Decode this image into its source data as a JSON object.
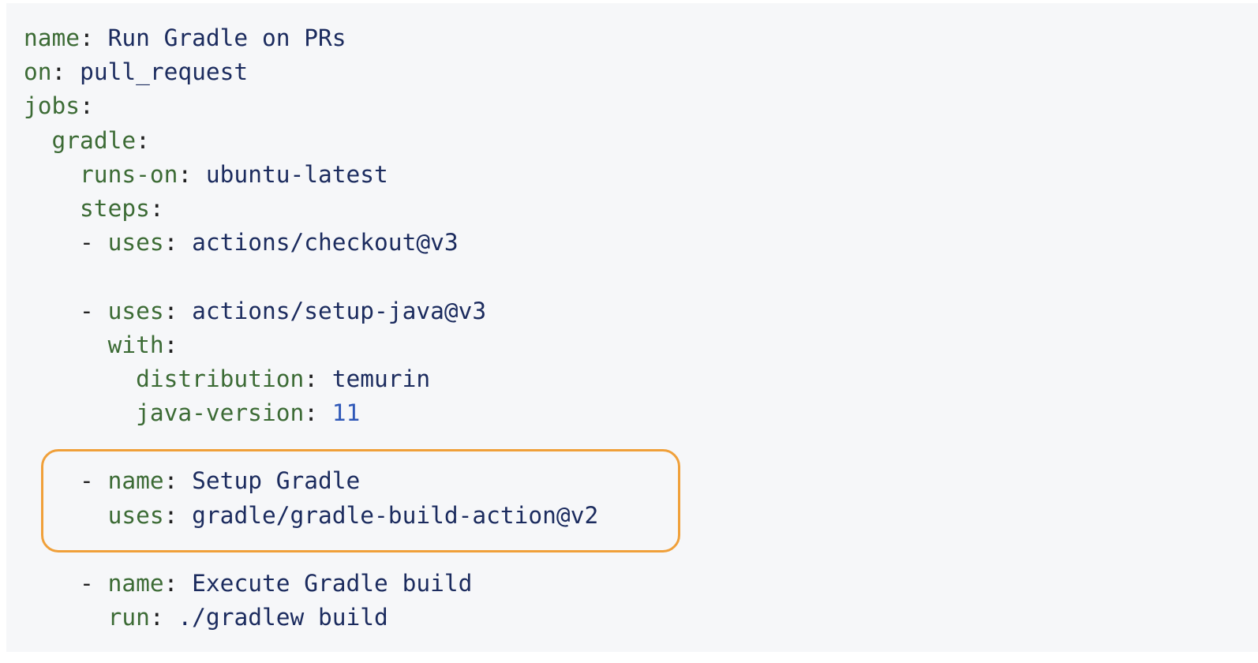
{
  "code_block": {
    "language": "yaml",
    "lines": [
      {
        "indent": "",
        "dash": "",
        "key": "name",
        "value": "Run Gradle on PRs",
        "value_type": "str"
      },
      {
        "indent": "",
        "dash": "",
        "key": "on",
        "value": "pull_request",
        "value_type": "str"
      },
      {
        "indent": "",
        "dash": "",
        "key": "jobs",
        "value": "",
        "value_type": "str"
      },
      {
        "indent": "  ",
        "dash": "",
        "key": "gradle",
        "value": "",
        "value_type": "str"
      },
      {
        "indent": "    ",
        "dash": "",
        "key": "runs-on",
        "value": "ubuntu-latest",
        "value_type": "str"
      },
      {
        "indent": "    ",
        "dash": "",
        "key": "steps",
        "value": "",
        "value_type": "str"
      },
      {
        "indent": "    ",
        "dash": "- ",
        "key": "uses",
        "value": "actions/checkout@v3",
        "value_type": "str"
      },
      {
        "indent": "",
        "dash": "",
        "key": "",
        "value": "",
        "value_type": "blank"
      },
      {
        "indent": "    ",
        "dash": "- ",
        "key": "uses",
        "value": "actions/setup-java@v3",
        "value_type": "str"
      },
      {
        "indent": "      ",
        "dash": "",
        "key": "with",
        "value": "",
        "value_type": "str"
      },
      {
        "indent": "        ",
        "dash": "",
        "key": "distribution",
        "value": "temurin",
        "value_type": "str"
      },
      {
        "indent": "        ",
        "dash": "",
        "key": "java-version",
        "value": "11",
        "value_type": "num"
      },
      {
        "indent": "",
        "dash": "",
        "key": "",
        "value": "",
        "value_type": "blank"
      },
      {
        "indent": "    ",
        "dash": "- ",
        "key": "name",
        "value": "Setup Gradle",
        "value_type": "str"
      },
      {
        "indent": "      ",
        "dash": "",
        "key": "uses",
        "value": "gradle/gradle-build-action@v2",
        "value_type": "str"
      },
      {
        "indent": "",
        "dash": "",
        "key": "",
        "value": "",
        "value_type": "blank"
      },
      {
        "indent": "    ",
        "dash": "- ",
        "key": "name",
        "value": "Execute Gradle build",
        "value_type": "str"
      },
      {
        "indent": "      ",
        "dash": "",
        "key": "run",
        "value": "./gradlew build",
        "value_type": "str"
      }
    ],
    "highlight": {
      "from_line": 13,
      "to_line": 14,
      "color": "#f0a03a"
    }
  },
  "colors": {
    "background": "#f6f7f9",
    "key": "#3c6b35",
    "value": "#1b2b5e",
    "number": "#2f58b8",
    "highlight_border": "#f0a03a"
  }
}
